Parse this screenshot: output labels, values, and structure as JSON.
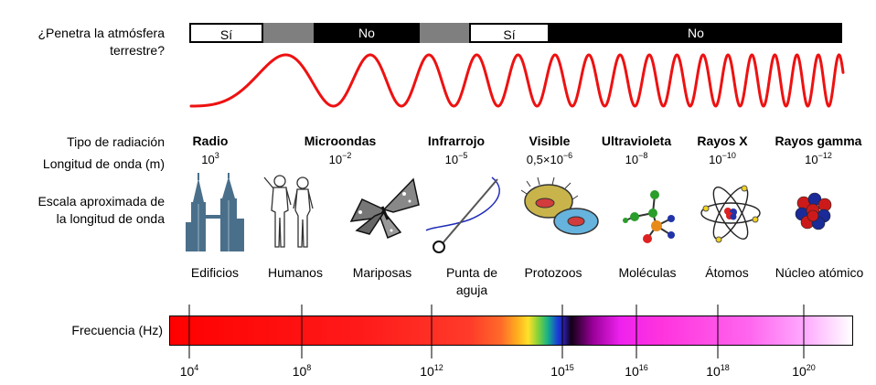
{
  "atmosphere": {
    "label_line1": "¿Penetra la atmósfera",
    "label_line2": "terrestre?",
    "segments": [
      {
        "label": "Sí",
        "kind": "yes"
      },
      {
        "label": "",
        "kind": "partial"
      },
      {
        "label": "No",
        "kind": "no"
      },
      {
        "label": "",
        "kind": "partial"
      },
      {
        "label": "Sí",
        "kind": "yes"
      },
      {
        "label": "No",
        "kind": "no"
      }
    ],
    "colors": {
      "yes": "#ffffff",
      "no": "#000000",
      "partial": "#7f7f7f"
    }
  },
  "wave_color": "#ee1111",
  "rows": {
    "type_label": "Tipo de radiación",
    "wavelength_label": "Longitud de onda (m)",
    "scale_label_line1": "Escala aproximada de",
    "scale_label_line2": "la longitud de onda"
  },
  "radiation": [
    {
      "name": "Radio",
      "len_base": "10",
      "len_exp": "3"
    },
    {
      "name": "Microondas",
      "len_base": "10",
      "len_exp": "−2"
    },
    {
      "name": "Infrarrojo",
      "len_base": "10",
      "len_exp": "−5"
    },
    {
      "name": "Visible",
      "len_base": "0,5×10",
      "len_exp": "−6"
    },
    {
      "name": "Ultravioleta",
      "len_base": "10",
      "len_exp": "−8"
    },
    {
      "name": "Rayos X",
      "len_base": "10",
      "len_exp": "−10"
    },
    {
      "name": "Rayos gamma",
      "len_base": "10",
      "len_exp": "−12"
    }
  ],
  "scale_objects": [
    {
      "label": "Edificios",
      "icon": "buildings-icon"
    },
    {
      "label": "Humanos",
      "icon": "humans-icon"
    },
    {
      "label": "Mariposas",
      "icon": "butterfly-icon"
    },
    {
      "label": "Punta de aguja",
      "icon": "needle-icon"
    },
    {
      "label": "Protozoos",
      "icon": "protozoa-icon"
    },
    {
      "label": "Moléculas",
      "icon": "molecule-icon"
    },
    {
      "label": "Átomos",
      "icon": "atom-icon"
    },
    {
      "label": "Núcleo atómico",
      "icon": "nucleus-icon"
    }
  ],
  "frequency": {
    "label": "Frecuencia (Hz)",
    "ticks": [
      {
        "base": "10",
        "exp": "4"
      },
      {
        "base": "10",
        "exp": "8"
      },
      {
        "base": "10",
        "exp": "12"
      },
      {
        "base": "10",
        "exp": "15"
      },
      {
        "base": "10",
        "exp": "16"
      },
      {
        "base": "10",
        "exp": "18"
      },
      {
        "base": "10",
        "exp": "20"
      }
    ]
  }
}
